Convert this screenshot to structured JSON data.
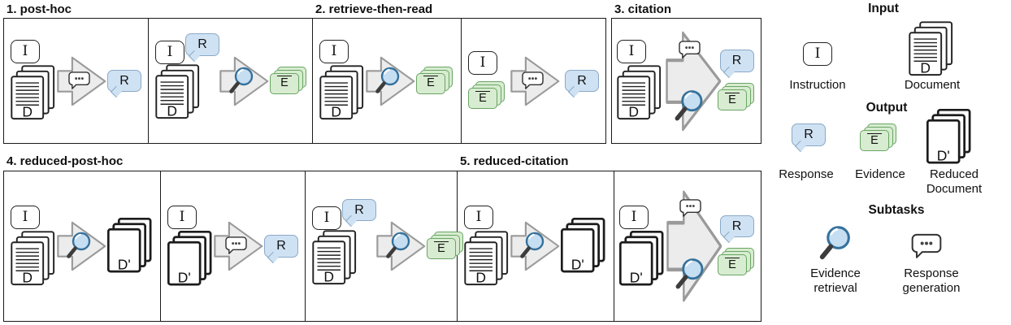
{
  "figure": {
    "pipelines": [
      {
        "title": "1. post-hoc"
      },
      {
        "title": "2. retrieve-then-read"
      },
      {
        "title": "3. citation"
      },
      {
        "title": "4. reduced-post-hoc"
      },
      {
        "title": "5. reduced-citation"
      }
    ],
    "glyphs": {
      "instruction": "I",
      "document": "D",
      "reduced_document": "D'",
      "response": "R",
      "evidence": "E"
    },
    "legend": {
      "input_heading": "Input",
      "output_heading": "Output",
      "subtasks_heading": "Subtasks",
      "instruction_label": "Instruction",
      "document_label": "Document",
      "response_label": "Response",
      "evidence_label": "Evidence",
      "reduced_document_label": "Reduced Document",
      "evidence_retrieval_label": "Evidence retrieval",
      "response_generation_label": "Response generation"
    },
    "icons": {
      "instruction": "rounded-box-I",
      "document": "lined-page-stack",
      "reduced_document": "blank-page-stack",
      "response": "blue-speech-bubble",
      "evidence": "green-card-stack",
      "evidence_retrieval": "magnifier",
      "response_generation": "ellipsis-speech-bubble",
      "process": "gray-block-arrow"
    },
    "colors": {
      "response_fill": "#cfe2f3",
      "response_stroke": "#8aa9c6",
      "evidence_fill": "#d7ecd0",
      "evidence_stroke": "#6aa564",
      "arrow_fill": "#ececec",
      "arrow_stroke": "#9a9a9a",
      "lens_fill": "#c6def2",
      "lens_stroke": "#35719c",
      "outline": "#1a1a1a"
    }
  }
}
